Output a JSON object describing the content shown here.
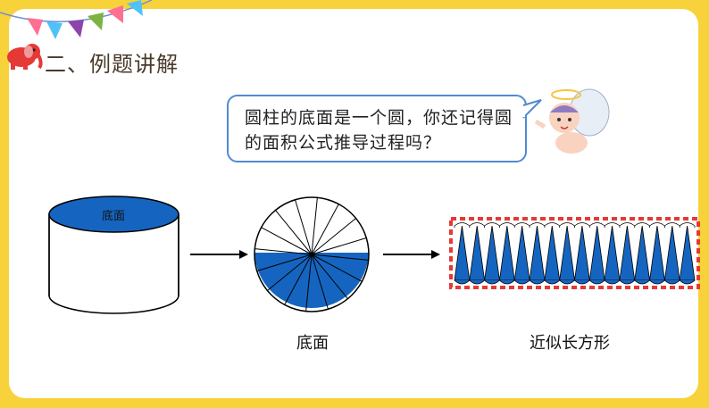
{
  "section": {
    "title": "二、例题讲解"
  },
  "speech": {
    "text": "圆柱的底面是一个圆，你还记得圆的面积公式推导过程吗？"
  },
  "cylinder": {
    "top_label": "底面"
  },
  "circle": {
    "caption": "底面",
    "sectors": 16
  },
  "rectangle": {
    "caption": "近似长方形",
    "teeth": 16
  },
  "colors": {
    "blue": "#1565c0",
    "red": "#e53935",
    "frame": "#f7d23a",
    "bubble_border": "#4f8bd2"
  }
}
